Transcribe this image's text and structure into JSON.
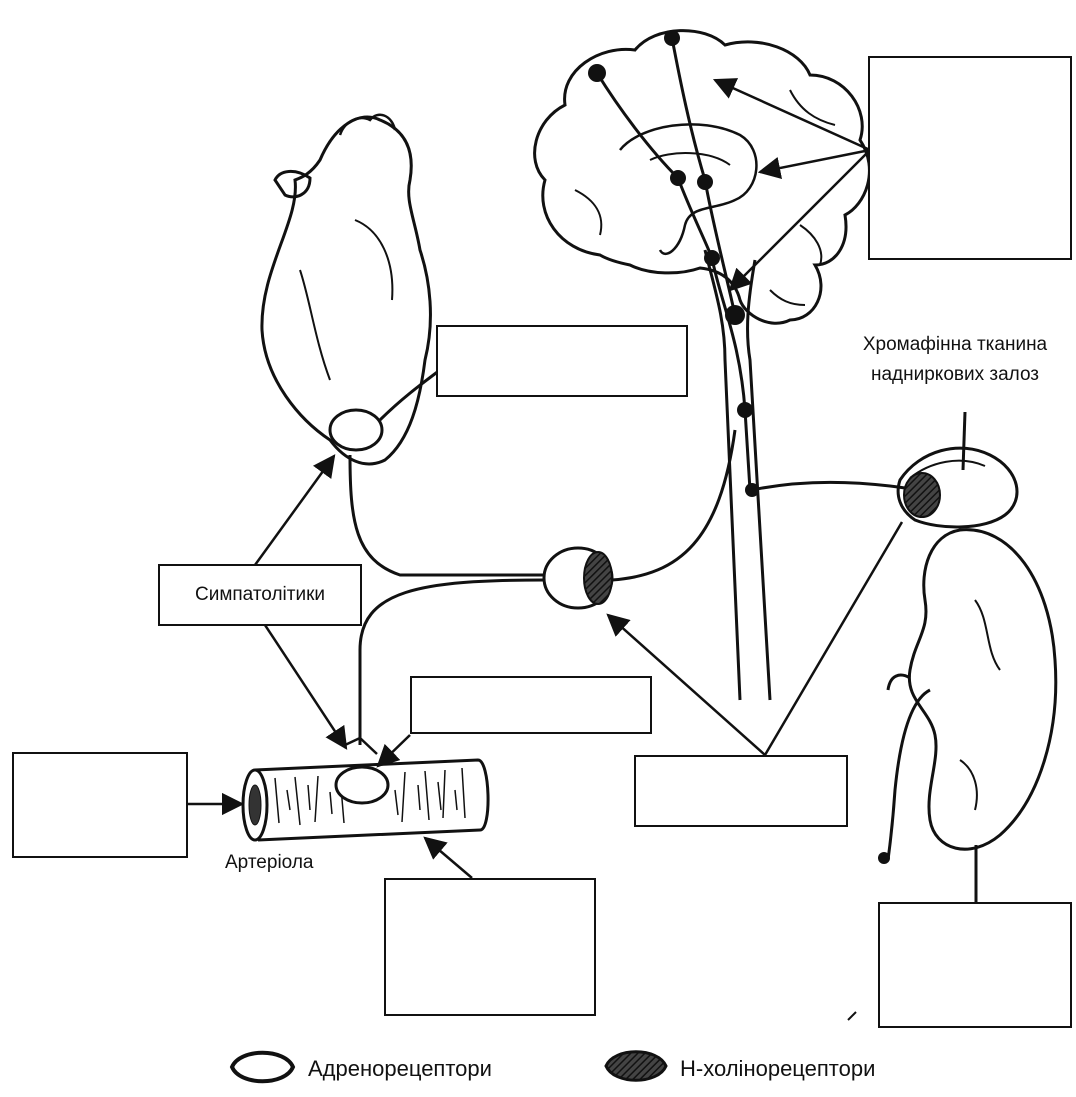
{
  "labels": {
    "sympatholytics": "Симпатолітики",
    "arteriole": "Артеріола",
    "chromaffin_line1": "Хромафінна тканина",
    "chromaffin_line2": "надниркових залоз"
  },
  "legend": {
    "adrenoreceptors": "Адренорецептори",
    "n_cholinoreceptors": "Н-холінорецептори"
  },
  "colors": {
    "ink": "#111111",
    "background": "#ffffff",
    "receptor_fill_dark": "#222222"
  }
}
